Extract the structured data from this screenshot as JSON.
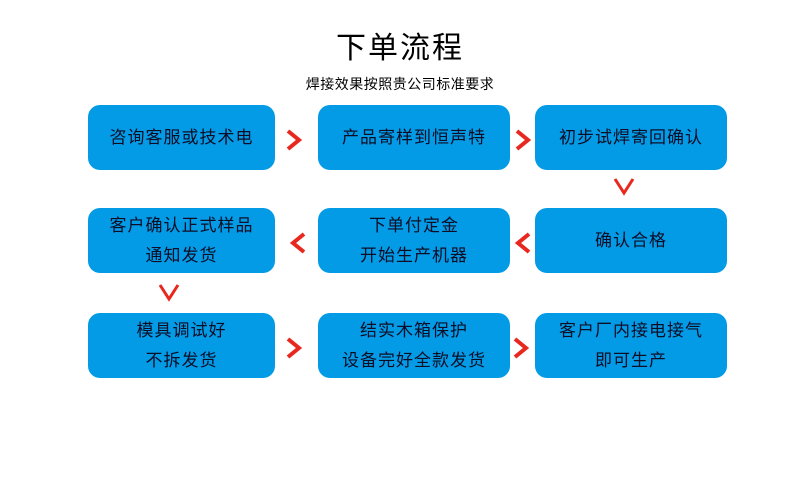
{
  "header": {
    "title": "下单流程",
    "subtitle": "焊接效果按照贵公司标准要求"
  },
  "colors": {
    "box_fill": "#039BE5",
    "box_text": "#0d0d26",
    "arrow": "#E8281E",
    "background": "#ffffff",
    "title_text": "#000000"
  },
  "flow": {
    "rows": [
      {
        "id": "row-1",
        "boxes": [
          {
            "id": "step-1",
            "lines": [
              "咨询客服或技术电"
            ]
          },
          {
            "id": "step-2",
            "lines": [
              "产品寄样到恒声特"
            ]
          },
          {
            "id": "step-3",
            "lines": [
              "初步试焊寄回确认"
            ]
          }
        ]
      },
      {
        "id": "row-2",
        "boxes": [
          {
            "id": "step-6",
            "lines": [
              "客户确认正式样品",
              "通知发货"
            ]
          },
          {
            "id": "step-5",
            "lines": [
              "下单付定金",
              "开始生产机器"
            ]
          },
          {
            "id": "step-4",
            "lines": [
              "确认合格"
            ]
          }
        ]
      },
      {
        "id": "row-3",
        "boxes": [
          {
            "id": "step-7",
            "lines": [
              "模具调试好",
              "不拆发货"
            ]
          },
          {
            "id": "step-8",
            "lines": [
              "结实木箱保护",
              "设备完好全款发货"
            ]
          },
          {
            "id": "step-9",
            "lines": [
              "客户厂内接电接气",
              "即可生产"
            ]
          }
        ]
      }
    ],
    "connectors": [
      {
        "id": "conn-1-2",
        "glyph": ">",
        "direction": "right"
      },
      {
        "id": "conn-2-3",
        "glyph": ">",
        "direction": "right"
      },
      {
        "id": "conn-3-4",
        "glyph": "V",
        "direction": "down"
      },
      {
        "id": "conn-4-5",
        "glyph": "<",
        "direction": "left"
      },
      {
        "id": "conn-5-6",
        "glyph": "<",
        "direction": "left"
      },
      {
        "id": "conn-6-7",
        "glyph": "V",
        "direction": "down"
      },
      {
        "id": "conn-7-8",
        "glyph": ">",
        "direction": "right"
      },
      {
        "id": "conn-8-9",
        "glyph": ">",
        "direction": "right"
      }
    ]
  }
}
